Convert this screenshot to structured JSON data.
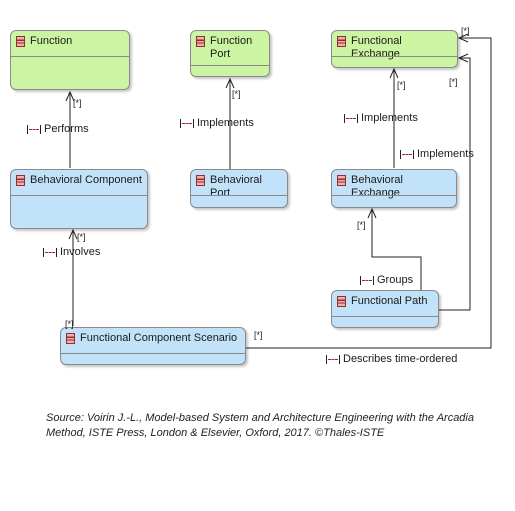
{
  "colors": {
    "function_fill": "#ccf5a3",
    "behavior_fill": "#c2e2fa",
    "border": "#8a8a8a",
    "icon_red": "#9a2b2b"
  },
  "nodes": {
    "function": "Function",
    "function_port": "Function Port",
    "functional_exchange": "Functional Exchange",
    "behavioral_component": "Behavioral Component",
    "behavioral_port": "Behavioral Port",
    "behavioral_exchange": "Behavioral Exchange",
    "functional_path": "Functional Path",
    "functional_component_scenario": "Functional Component Scenario"
  },
  "relations": {
    "performs": "Performs",
    "implements_port": "Implements",
    "implements_exchange_a": "Implements",
    "implements_exchange_b": "Implements",
    "involves": "Involves",
    "groups": "Groups",
    "describes": "Describes time-ordered"
  },
  "multiplicity": "[*]",
  "source": "Source: Voirin J.-L., Model-based System and Architecture Engineering with the Arcadia Method, ISTE Press, London & Elsevier, Oxford, 2017. ©Thales-ISTE"
}
